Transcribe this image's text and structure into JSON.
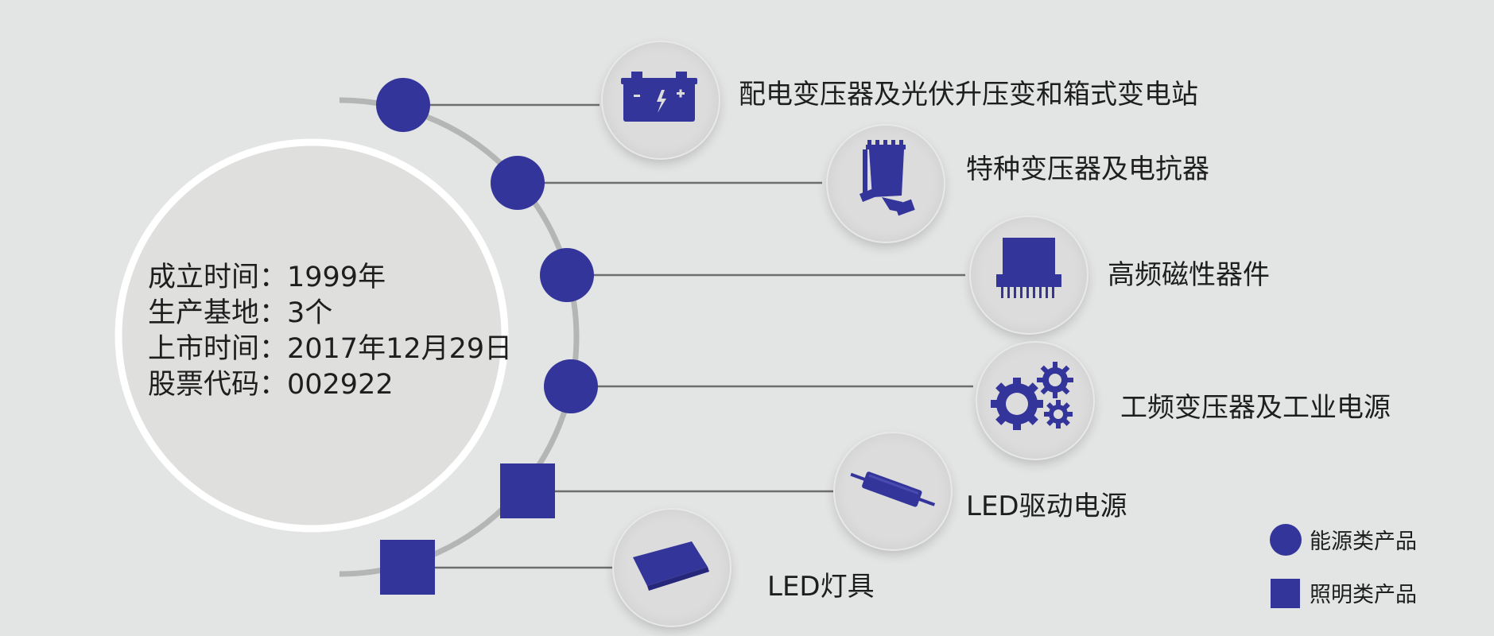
{
  "company_info": {
    "founded": "成立时间：1999年",
    "bases": "生产基地：3个",
    "listed": "上市时间：2017年12月29日",
    "stock_code": "股票代码：002922"
  },
  "products": [
    {
      "label": "配电变压器及光伏升压变和箱式变电站",
      "category": "energy",
      "icon": "battery-icon"
    },
    {
      "label": "特种变压器及电抗器",
      "category": "energy",
      "icon": "reactor-icon"
    },
    {
      "label": "高频磁性器件",
      "category": "energy",
      "icon": "magnetic-component-icon"
    },
    {
      "label": "工频变压器及工业电源",
      "category": "energy",
      "icon": "gears-icon"
    },
    {
      "label": "LED驱动电源",
      "category": "lighting",
      "icon": "led-driver-icon"
    },
    {
      "label": "LED灯具",
      "category": "lighting",
      "icon": "led-fixture-icon"
    }
  ],
  "legend": {
    "energy": "能源类产品",
    "lighting": "照明类产品"
  },
  "colors": {
    "accent": "#34359a",
    "background": "#e3e4e4",
    "arc": "#b4b5b5",
    "connector": "#6e6e6e",
    "icon_bg": "#dcdcdc"
  }
}
